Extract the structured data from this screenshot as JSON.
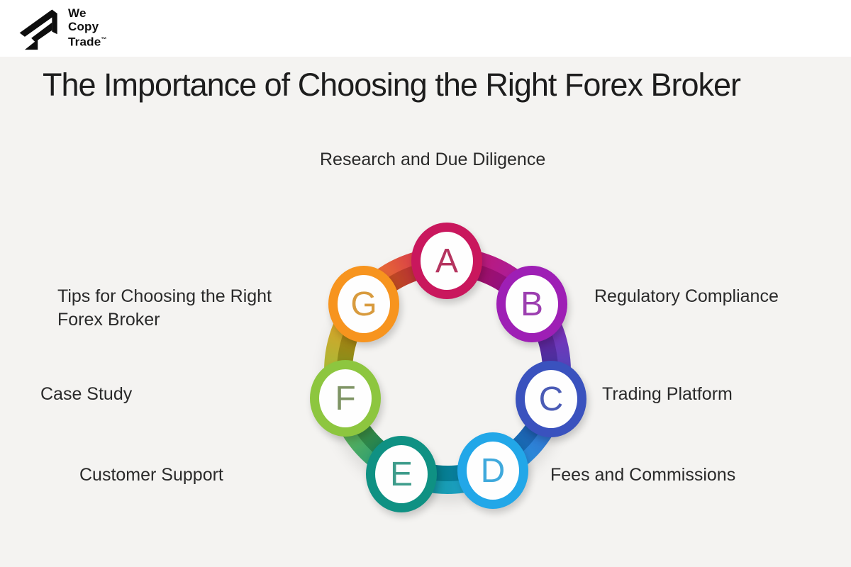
{
  "header": {
    "background": "#ffffff",
    "logo": {
      "line1": "We",
      "line2": "Copy",
      "line3": "Trade",
      "trademark": "™"
    }
  },
  "title": "The Importance of Choosing the Right Forex Broker",
  "page_background": "#f4f3f1",
  "diagram": {
    "type": "circular-process",
    "nodes": [
      {
        "id": "A",
        "letter": "A",
        "label": "Research and Due Diligence",
        "color": "#C9175D",
        "letter_color": "#B5345F"
      },
      {
        "id": "B",
        "letter": "B",
        "label": "Regulatory Compliance",
        "color": "#9E1FB5",
        "letter_color": "#9C3FB0"
      },
      {
        "id": "C",
        "letter": "C",
        "label": "Trading Platform",
        "color": "#3A52BE",
        "letter_color": "#4A5BB5"
      },
      {
        "id": "D",
        "letter": "D",
        "label": "Fees and Commissions",
        "color": "#22A7E8",
        "letter_color": "#3FA9DC"
      },
      {
        "id": "E",
        "letter": "E",
        "label": "Customer Support",
        "color": "#0F9183",
        "letter_color": "#3E9C8B"
      },
      {
        "id": "F",
        "letter": "F",
        "label": "Case Study",
        "color": "#8DC63F",
        "letter_color": "#7E9464"
      },
      {
        "id": "G",
        "letter": "G",
        "label": "Tips for Choosing the Right Forex Broker",
        "color": "#F7941E",
        "letter_color": "#D89B3E"
      }
    ]
  }
}
